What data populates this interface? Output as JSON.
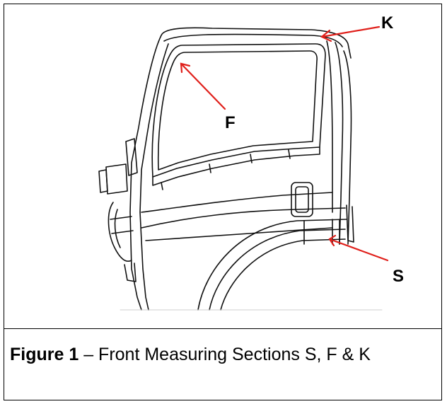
{
  "figure": {
    "labels": {
      "k": "K",
      "f": "F",
      "s": "S"
    },
    "arrow_color": "#e0201b",
    "line_color": "#111111"
  },
  "caption": {
    "label": "Figure 1",
    "text": " – Front Measuring Sections S, F & K"
  }
}
